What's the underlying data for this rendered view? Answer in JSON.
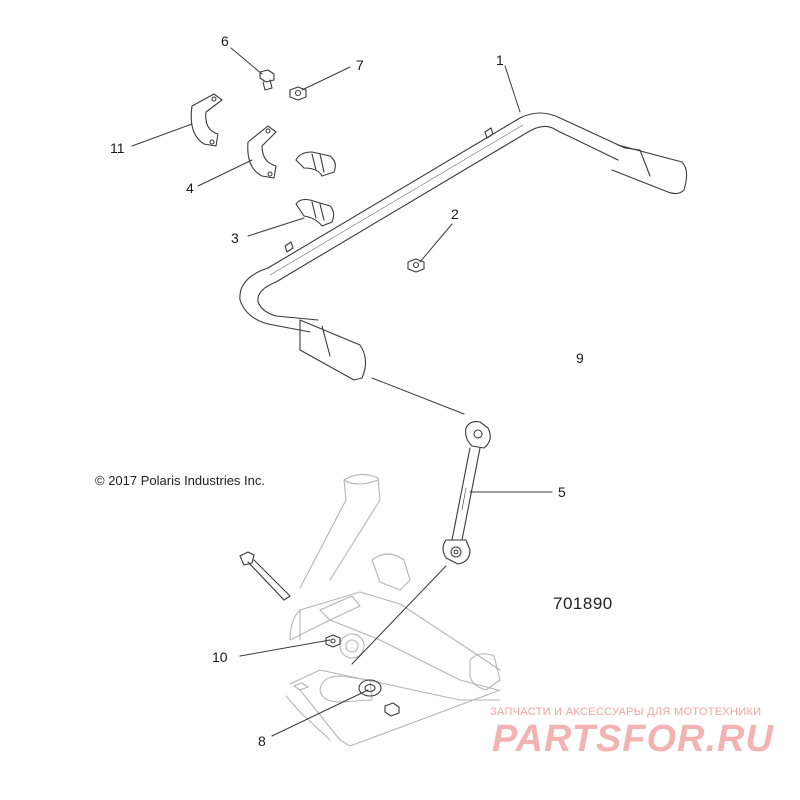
{
  "copyright": "© 2017 Polaris Industries Inc.",
  "diagram_id": "701890",
  "callouts": {
    "c1": "1",
    "c2": "2",
    "c3": "3",
    "c4": "4",
    "c5": "5",
    "c6": "6",
    "c7": "7",
    "c8": "8",
    "c9": "9",
    "c10": "10",
    "c11": "11"
  },
  "watermark": {
    "tagline": "ЗАПЧАСТИ И АКСЕССУАРЫ ДЛЯ МОТОТЕХНИКИ",
    "logo": "PARTSFOR.RU"
  },
  "colors": {
    "line": "#3a3a3a",
    "watermark": "#f4b3b3"
  }
}
